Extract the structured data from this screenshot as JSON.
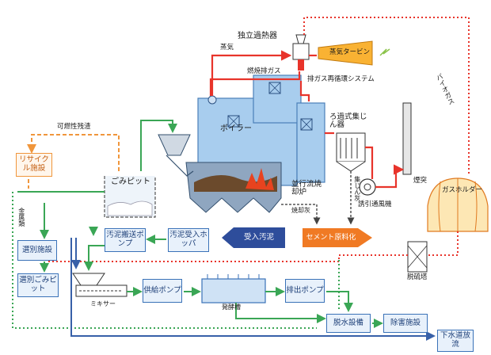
{
  "labels": {
    "independent_superheater": "独立過熱器",
    "steam": "蒸気",
    "steam_turbine": "蒸気タービン",
    "combustion_exhaust": "燃焼排ガス",
    "exhaust_recirculation": "排ガス再循環システム",
    "bio_gas": "バイオガス",
    "combustible_residue": "可燃性残渣",
    "recycle_facility": "リサイクル施設",
    "boiler": "ボイラー",
    "bag_filter": "ろ過式集じん器",
    "chimney": "煙突",
    "gas_holder": "ガスホルダー",
    "garbage_pit": "ごみピット",
    "parallel_furnace": "並行流焼却炉",
    "incineration_ash": "焼却灰",
    "fly_ash": "集じん灰",
    "induced_fan": "誘引通風機",
    "metals": "金属類",
    "sorting_facility": "選別施設",
    "sludge_pump": "汚泥搬送ポンプ",
    "sludge_hopper": "汚泥受入ホッパ",
    "incoming_sludge": "受入汚泥",
    "cement": "セメント原料化",
    "desulfurizer": "脱硫塔",
    "sorted_pit": "選別ごみピット",
    "mixer": "ミキサー",
    "feed_pump": "供給ポンプ",
    "fermenter": "発酵槽",
    "discharge_pump": "排出ポンプ",
    "dewatering": "脱水設備",
    "detox": "除害施設",
    "sewer": "下水道放流"
  },
  "colors": {
    "steam_red": "#e8342b",
    "green_flow": "#3aa655",
    "orange_dash": "#f0963c",
    "blue_flow": "#3760a8",
    "box_blue": "#3a72b8",
    "arrow_fill": "#2e4d9b",
    "cement_orange": "#f07a24",
    "turbine_yellow": "#f9b233"
  }
}
